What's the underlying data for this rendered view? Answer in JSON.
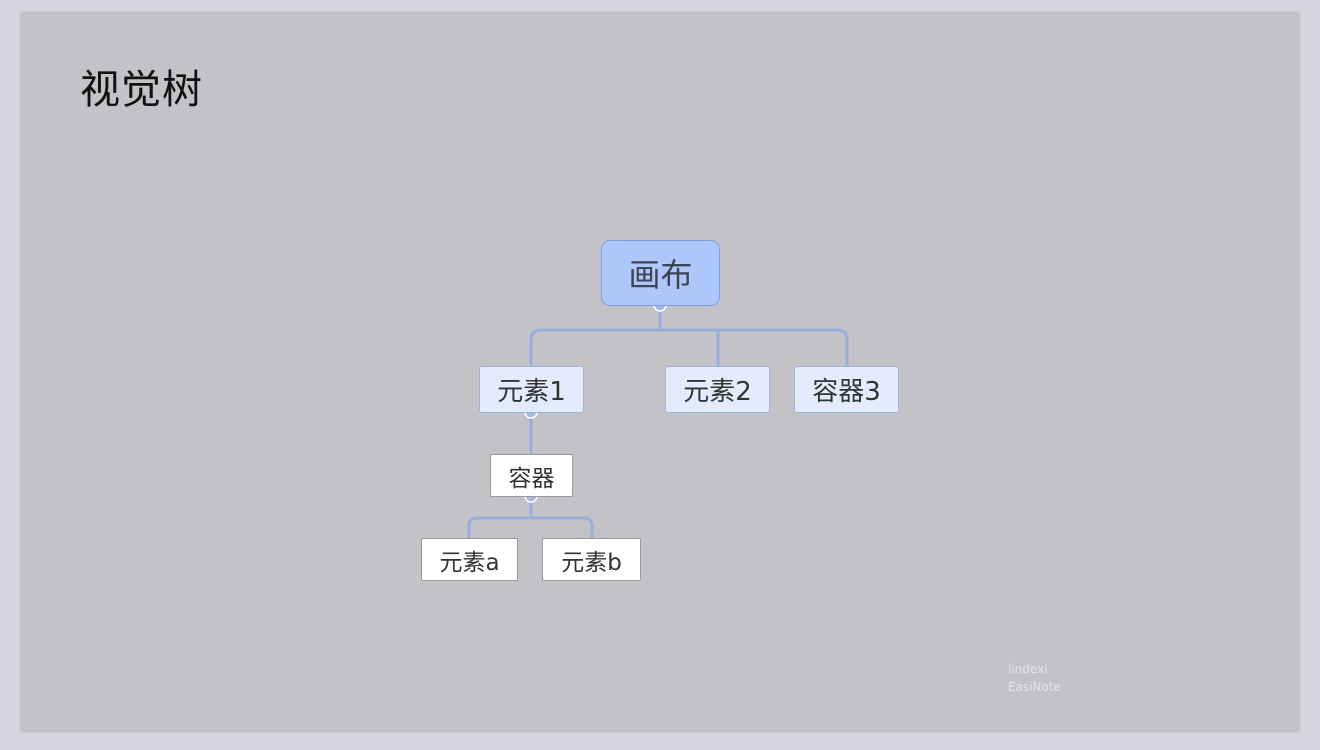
{
  "slide": {
    "title": "视觉树"
  },
  "tree": {
    "root": "画布",
    "children": [
      "元素1",
      "元素2",
      "容器3"
    ],
    "child1_children": [
      "容器"
    ],
    "container_children": [
      "元素a",
      "元素b"
    ]
  },
  "watermark": {
    "author": "lindexi",
    "app": "EasiNote"
  },
  "colors": {
    "connector": "#97aedd",
    "root_fill": "#aec7fb",
    "level1_fill": "#e3ecfd",
    "level2_fill": "#ffffff"
  },
  "icons": {
    "collapse": "collapse-toggle-icon"
  }
}
